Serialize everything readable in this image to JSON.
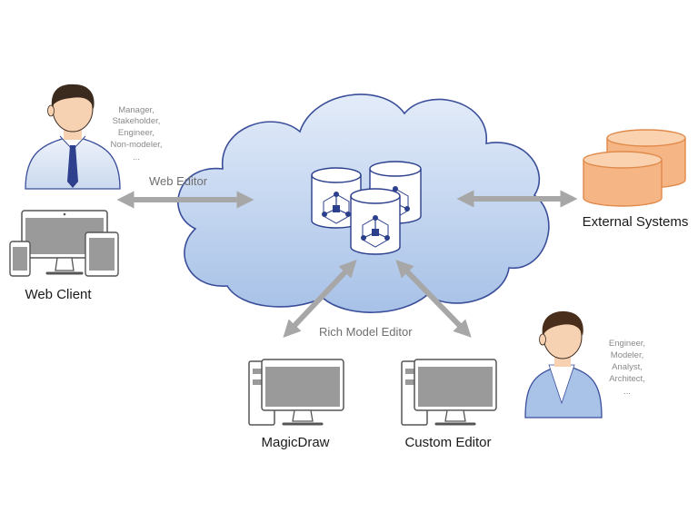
{
  "roles_left": [
    "Manager,",
    "Stakeholder,",
    "Engineer,",
    "Non-modeler,",
    "..."
  ],
  "roles_right": [
    "Engineer,",
    "Modeler,",
    "Analyst,",
    "Architect,",
    "..."
  ],
  "labels": {
    "web_editor": "Web Editor",
    "web_client": "Web Client",
    "external_systems": "External Systems",
    "rich_model_editor": "Rich Model Editor",
    "magicdraw": "MagicDraw",
    "custom_editor": "Custom Editor"
  },
  "colors": {
    "cloud_fill_top": "#e2ebf8",
    "cloud_fill_bottom": "#a9c3e8",
    "cloud_stroke": "#3a4e9a",
    "arrow": "#a7a7a7",
    "db_orange": "#f6b584",
    "db_orange_stroke": "#e08a4a",
    "model_blue": "#2b3f8c",
    "device_gray": "#9a9a9a"
  },
  "icons": [
    "user-icon",
    "database-icon",
    "monitor-icon",
    "tablet-icon",
    "phone-icon",
    "tower-pc-icon",
    "cloud-icon"
  ]
}
